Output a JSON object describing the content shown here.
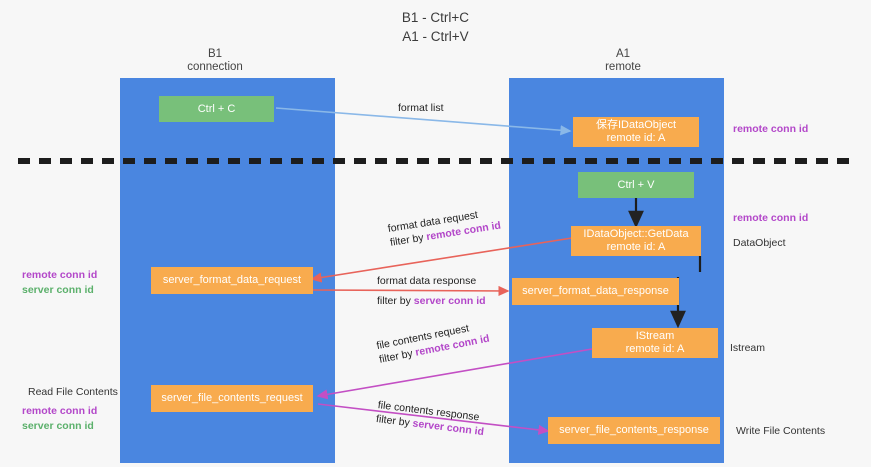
{
  "title": {
    "line1": "B1 - Ctrl+C",
    "line2": "A1 - Ctrl+V"
  },
  "lanes": [
    {
      "id": "b1",
      "name": "B1",
      "sub": "connection"
    },
    {
      "id": "a1",
      "name": "A1",
      "sub": "remote"
    }
  ],
  "nodes": {
    "ctrl_c": {
      "label": "Ctrl + C"
    },
    "ctrl_v": {
      "label": "Ctrl + V"
    },
    "save_idataobject": {
      "line1": "保存IDataObject",
      "line2": "remote id: A"
    },
    "getdata": {
      "line1": "IDataObject::GetData",
      "line2": "remote id: A"
    },
    "istream": {
      "line1": "IStream",
      "line2": "remote id: A"
    },
    "server_format_data_request": {
      "label": "server_format_data_request"
    },
    "server_format_data_response": {
      "label": "server_format_data_response"
    },
    "server_file_contents_request": {
      "label": "server_file_contents_request"
    },
    "server_file_contents_response": {
      "label": "server_file_contents_response"
    }
  },
  "edge_labels": {
    "format_list": {
      "text": "format list"
    },
    "format_data_request": {
      "line1": "format data request",
      "filter_prefix": "filter by ",
      "filter_key": "remote conn id"
    },
    "format_data_response": {
      "line1": "format data response",
      "filter_prefix": "filter by ",
      "filter_key": "server conn id"
    },
    "file_contents_request": {
      "line1": "file contents request",
      "filter_prefix": "filter by ",
      "filter_key": "remote conn id"
    },
    "file_contents_response": {
      "line1": "file contents response",
      "filter_prefix": "filter by ",
      "filter_key": "server conn id"
    }
  },
  "side_labels": {
    "right_remote_conn_top": "remote conn id",
    "right_remote_conn_mid": "remote conn id",
    "right_dataobject": "DataObject",
    "right_istream": "Istream",
    "right_write_file_contents": "Write File Contents",
    "left_remote_conn": "remote conn id",
    "left_server_conn": "server conn id",
    "left_read_file_contents": "Read File Contents",
    "left_remote_conn_2": "remote conn id",
    "left_server_conn_2": "server conn id"
  },
  "colors": {
    "lane": "#4a86e0",
    "node_orange": "#f8ab4e",
    "node_green": "#78c07a",
    "accent_purple": "#b347c9",
    "accent_green": "#5bb06b",
    "arrow_red": "#e8635a",
    "arrow_blue": "#8ab8e8",
    "arrow_magenta": "#c34fc4",
    "arrow_dark": "#222222",
    "background": "#f7f7f7"
  }
}
